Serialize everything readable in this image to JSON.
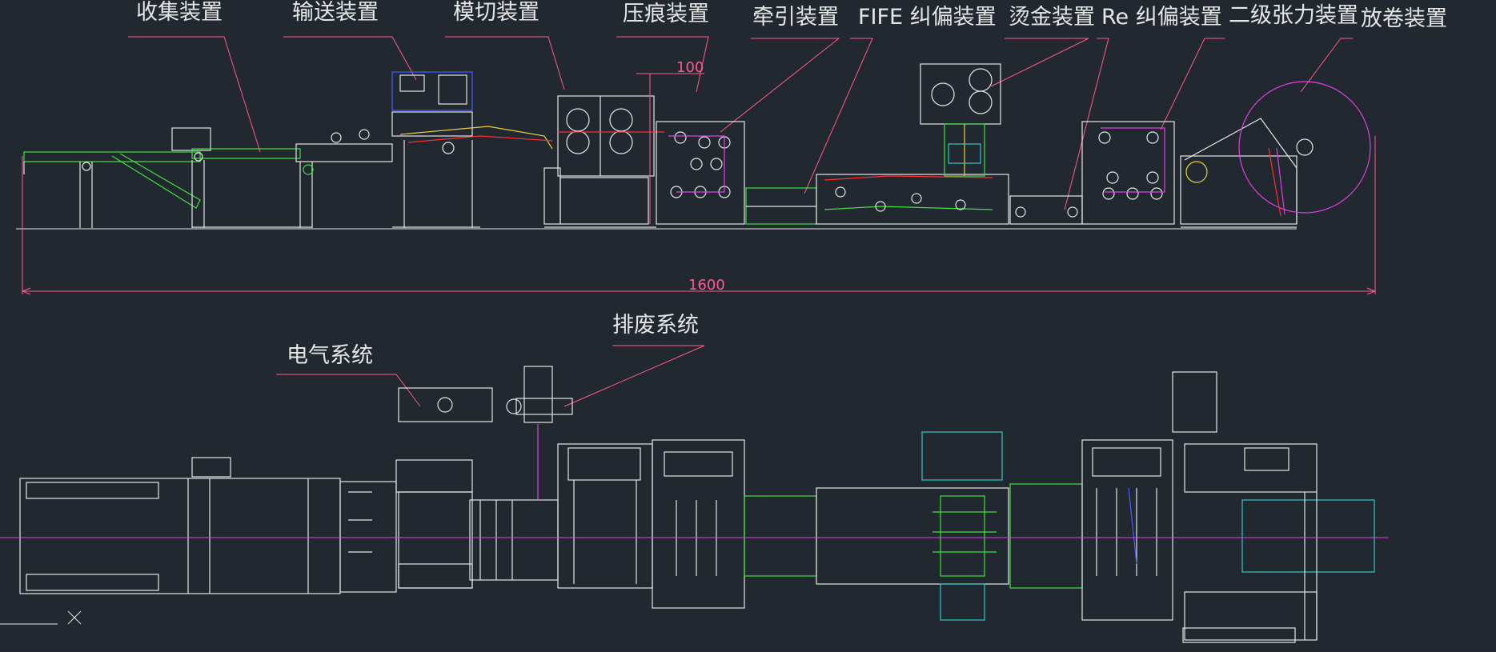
{
  "labels": {
    "collect": "收集装置",
    "convey": "输送装置",
    "diecut": "模切装置",
    "crease": "压痕装置",
    "traction": "牵引装置",
    "fife": "FIFE 纠偏装置",
    "hotstamp": "烫金装置",
    "re": "Re 纠偏装置",
    "tension": "二级张力装置",
    "unwind": "放卷装置",
    "electric": "电气系统",
    "waste": "排废系统"
  },
  "dimensions": {
    "d100": "100",
    "d1600": "1600"
  },
  "colors": {
    "background": "#212830",
    "lines": "#e6e6e6",
    "dimension": "#ff5a8c",
    "magenta": "#e040e0",
    "green": "#40e040",
    "cyan": "#30c8c8",
    "yellow": "#e8d040",
    "red": "#ff3030",
    "blue": "#4060ff"
  }
}
